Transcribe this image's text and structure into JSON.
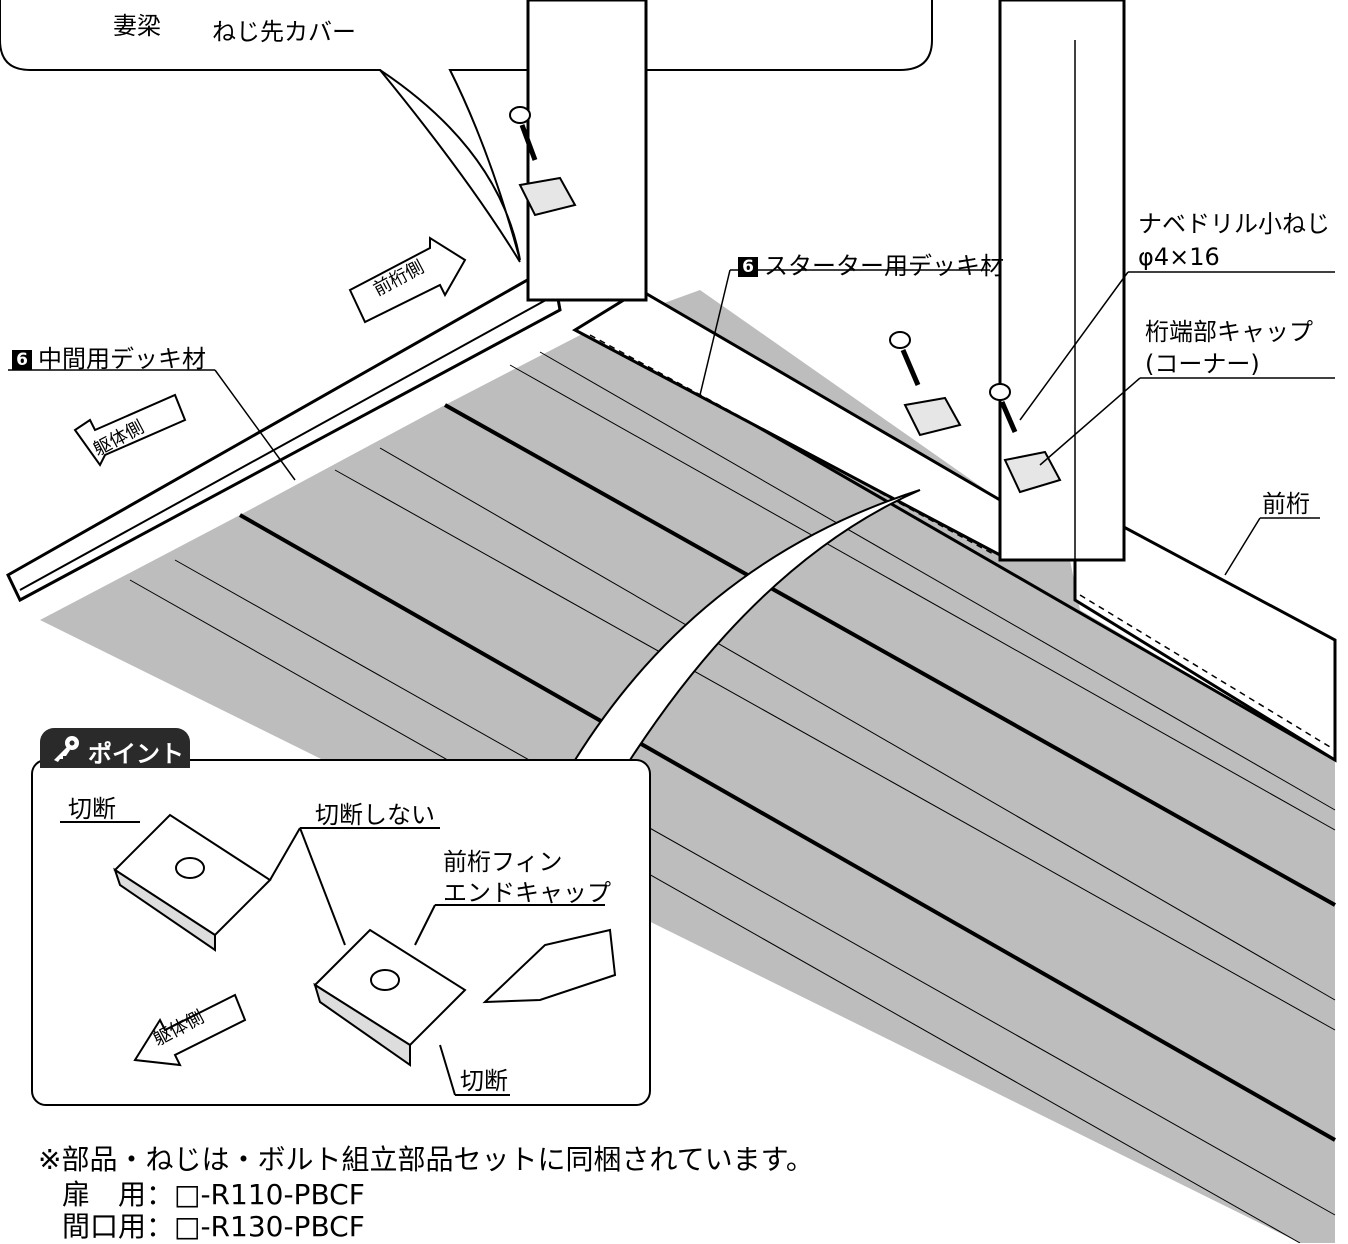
{
  "callout_top": {
    "label_tsumahari": "妻梁",
    "label_nejisaki_cover": "ねじ先カバー"
  },
  "arrows": {
    "maeketa_side": "前桁側",
    "kutai_side": "躯体側",
    "kutai_side_point": "躯体側"
  },
  "parts": {
    "badge_number": "6",
    "starter_deck": "スターター用デッキ材",
    "middle_deck": "中間用デッキ材",
    "screw_line1": "ナベドリル小ねじ",
    "screw_line2": "φ4×16",
    "cap_line1": "桁端部キャップ",
    "cap_line2": "(コーナー)",
    "maeketa": "前桁"
  },
  "point_box": {
    "title": "ポイント",
    "cut_left": "切断",
    "no_cut": "切断しない",
    "fin_line1": "前桁フィン",
    "fin_line2": "エンドキャップ",
    "cut_bottom": "切断"
  },
  "footnote": {
    "line1": "※部品・ねじは・ボルト組立部品セットに同梱されています。",
    "line2": "扉　用：□-R110-PBCF",
    "line3": "間口用：□-R130-PBCF"
  },
  "colors": {
    "deck_fill": "#bdbdbd",
    "line": "#000000",
    "badge_bg": "#000000",
    "tab_bg": "#2a2a2a"
  }
}
